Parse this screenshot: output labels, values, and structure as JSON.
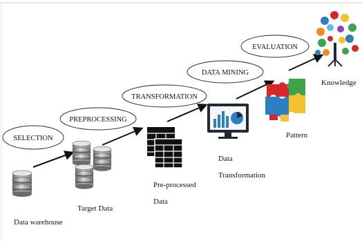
{
  "stages": [
    {
      "id": "selection",
      "label": "SELECTION"
    },
    {
      "id": "preprocessing",
      "label": "PREPROCESSING"
    },
    {
      "id": "transformation",
      "label": "TRANSFORMATION"
    },
    {
      "id": "data_mining",
      "label": "DATA MINING"
    },
    {
      "id": "evaluation",
      "label": "EVALUATION"
    }
  ],
  "artifacts": {
    "data_warehouse": "Data warehouse",
    "target_data": "Target Data",
    "preprocessed_line1": "Pre-processed",
    "preprocessed_line2": "Data",
    "transformation_line1": "Data",
    "transformation_line2": "Transformation",
    "pattern": "Pattern",
    "knowledge": "Knowledge"
  },
  "icons": [
    "database-icon",
    "table-icon",
    "monitor-chart-icon",
    "puzzle-icon",
    "knowledge-tree-icon"
  ],
  "colors": {
    "arrow": "#111111",
    "database_body": "#9a9a9a",
    "table": "#111111",
    "monitor": "#1f2a35",
    "puzzle_red": "#d6282a",
    "puzzle_green": "#3fa34d",
    "puzzle_blue": "#2d7fc1",
    "puzzle_yellow": "#f2c230"
  }
}
